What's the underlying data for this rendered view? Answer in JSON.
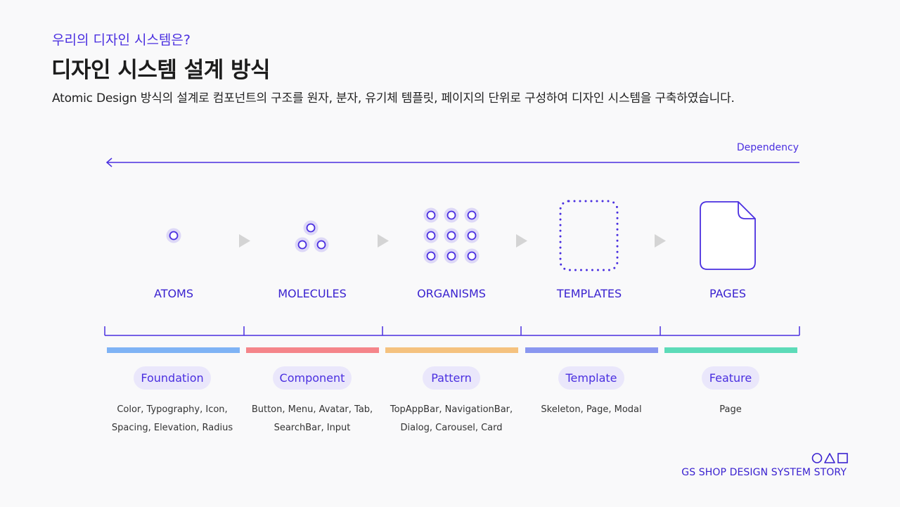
{
  "header": {
    "subtitle": "우리의 디자인 시스템은?",
    "title": "디자인 시스템 설계 방식",
    "description": "Atomic Design 방식의 설계로 컴포넌트의 구조를 원자, 분자, 유기체 템플릿, 페이지의 단위로 구성하여 디자인 시스템을 구축하였습니다."
  },
  "dependency": {
    "label": "Dependency",
    "direction": "left"
  },
  "stages": [
    {
      "label": "ATOMS",
      "category": "Foundation",
      "items": [
        "Color, Typography, Icon,",
        "Spacing, Elevation, Radius"
      ],
      "color": "#7fb3f5",
      "icon": "atom-icon"
    },
    {
      "label": "MOLECULES",
      "category": "Component",
      "items": [
        "Button, Menu, Avatar, Tab,",
        "SearchBar, Input"
      ],
      "color": "#f5858a",
      "icon": "molecule-icon"
    },
    {
      "label": "ORGANISMS",
      "category": "Pattern",
      "items": [
        "TopAppBar, NavigationBar,",
        "Dialog, Carousel, Card"
      ],
      "color": "#f5c27f",
      "icon": "organism-icon"
    },
    {
      "label": "TEMPLATES",
      "category": "Template",
      "items": [
        "Skeleton, Page, Modal"
      ],
      "color": "#8a97f0",
      "icon": "template-icon"
    },
    {
      "label": "PAGES",
      "category": "Feature",
      "items": [
        "Page"
      ],
      "color": "#5ddbb8",
      "icon": "page-icon"
    }
  ],
  "colors": {
    "accent": "#4a2fe0",
    "atom_fill": "#ddd8f7",
    "arrow_gray": "#d4d4d4"
  },
  "footer": {
    "logo": "circle-triangle-square-logo",
    "brand": "GS SHOP DESIGN SYSTEM STORY"
  }
}
